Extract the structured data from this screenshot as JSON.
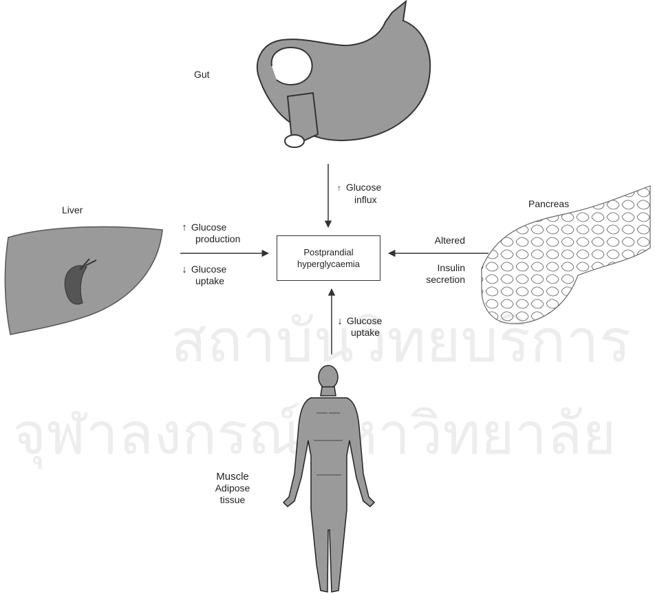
{
  "organs": {
    "gut": "Gut",
    "liver": "Liver",
    "pancreas": "Pancreas",
    "muscle": "Muscle",
    "adipose_line1": "Adipose",
    "adipose_line2": "tissue"
  },
  "center": {
    "line1": "Postprandial",
    "line2": "hyperglycaemia"
  },
  "gut_link": {
    "line1": "Glucose",
    "line2": "influx"
  },
  "liver_link": {
    "production_line1": "Glucose",
    "production_line2": "production",
    "uptake_line1": "Glucose",
    "uptake_line2": "uptake"
  },
  "pancreas_link": {
    "line1": "Altered",
    "line2": "Insulin",
    "line3": "secretion"
  },
  "muscle_link": {
    "line1": "Glucose",
    "line2": "uptake"
  },
  "watermark": {
    "line1": "สถาบันวิทยบริการ",
    "line2": "จุฬาลงกรณ์มหาวิทยาลัย"
  },
  "icons": [
    "stomach-icon",
    "liver-icon",
    "pancreas-icon",
    "human-body-icon",
    "up-arrow-icon",
    "down-arrow-icon"
  ],
  "colors": {
    "organ_fill": "#9a9a9a",
    "line": "#333333",
    "watermark": "#e6e6e6"
  }
}
